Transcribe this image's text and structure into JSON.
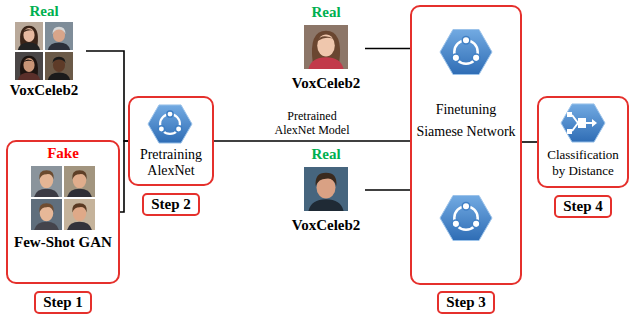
{
  "diagram": {
    "nodes": [
      {
        "text": [
          "Real",
          "VoxCeleb2"
        ]
      },
      {
        "text": [
          "Fake",
          "Few-Shot GAN"
        ]
      },
      {
        "text": [
          "Step 1"
        ]
      },
      {
        "text": [
          "Pretraining AlexNet"
        ]
      },
      {
        "text": [
          "Step 2"
        ]
      },
      {
        "text": [
          "Real",
          "VoxCeleb2"
        ]
      },
      {
        "text": [
          "Real",
          "VoxCeleb2"
        ]
      },
      {
        "text": [
          "Finetuning Siamese Network"
        ]
      },
      {
        "text": [
          "Step 3"
        ]
      },
      {
        "text": [
          "Classification by Distance"
        ]
      },
      {
        "text": [
          "Step 4"
        ]
      }
    ],
    "edges": [
      {
        "from": 0,
        "to": 3,
        "arrow": "none"
      },
      {
        "from": 1,
        "to": 3,
        "arrow": "none"
      },
      {
        "from": 3,
        "to": 7,
        "label": "Pretrained AlexNet Model",
        "arrow": "none"
      },
      {
        "from": 5,
        "to": 7,
        "arrow": "none"
      },
      {
        "from": 6,
        "to": 7,
        "arrow": "none"
      },
      {
        "from": 7,
        "to": 9,
        "arrow": "none"
      }
    ]
  }
}
